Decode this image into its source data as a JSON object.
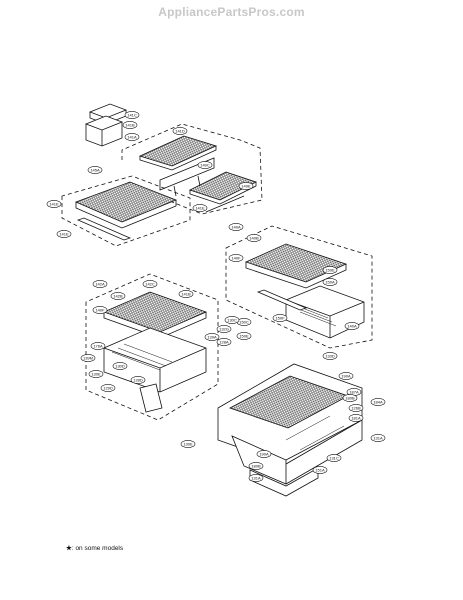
{
  "watermark": "AppliancePartsPros.com",
  "note": {
    "symbol": "★",
    "text": ": on some models"
  },
  "callouts": [
    "141C",
    "141B",
    "141A",
    "141D",
    "149C",
    "149E",
    "145A",
    "141E",
    "141E",
    "141E",
    "140A",
    "140B",
    "140F",
    "150E",
    "150A",
    "150F",
    "150C",
    "150E",
    "140A",
    "142A",
    "142B",
    "142C",
    "141B",
    "140F",
    "132G",
    "139A",
    "128A",
    "176A",
    "139M",
    "130D",
    "130E",
    "128D",
    "129D",
    "130C",
    "133D",
    "190A",
    "187A",
    "126B",
    "184A",
    "180B",
    "181A",
    "130E",
    "190A",
    "131A",
    "180B",
    "131C",
    "151A",
    "131A"
  ]
}
